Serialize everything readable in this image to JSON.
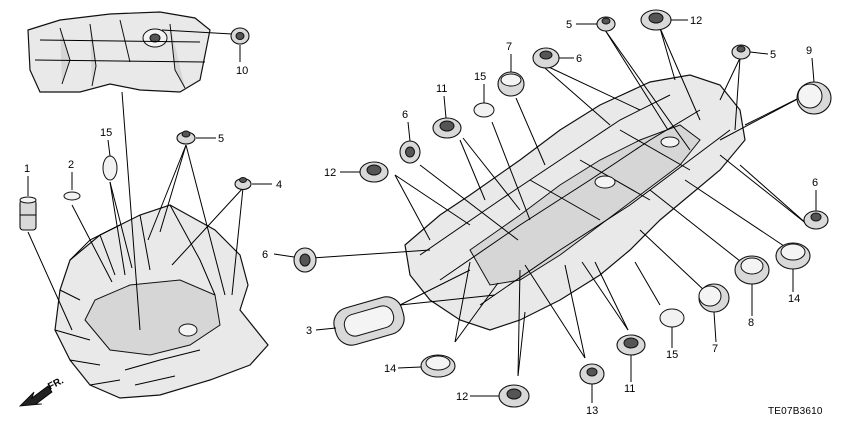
{
  "diagram": {
    "code": "TE07B3610",
    "direction_label": "FR.",
    "callouts": {
      "c1": "1",
      "c2": "2",
      "c3": "3",
      "c4": "4",
      "c5a": "5",
      "c5b": "5",
      "c5c": "5",
      "c6a": "6",
      "c6b": "6",
      "c6c": "6",
      "c6d": "6",
      "c7a": "7",
      "c7b": "7",
      "c8": "8",
      "c9": "9",
      "c10": "10",
      "c11a": "11",
      "c11b": "11",
      "c12a": "12",
      "c12b": "12",
      "c12c": "12",
      "c13": "13",
      "c14a": "14",
      "c14b": "14",
      "c15a": "15",
      "c15b": "15",
      "c15c": "15"
    }
  }
}
